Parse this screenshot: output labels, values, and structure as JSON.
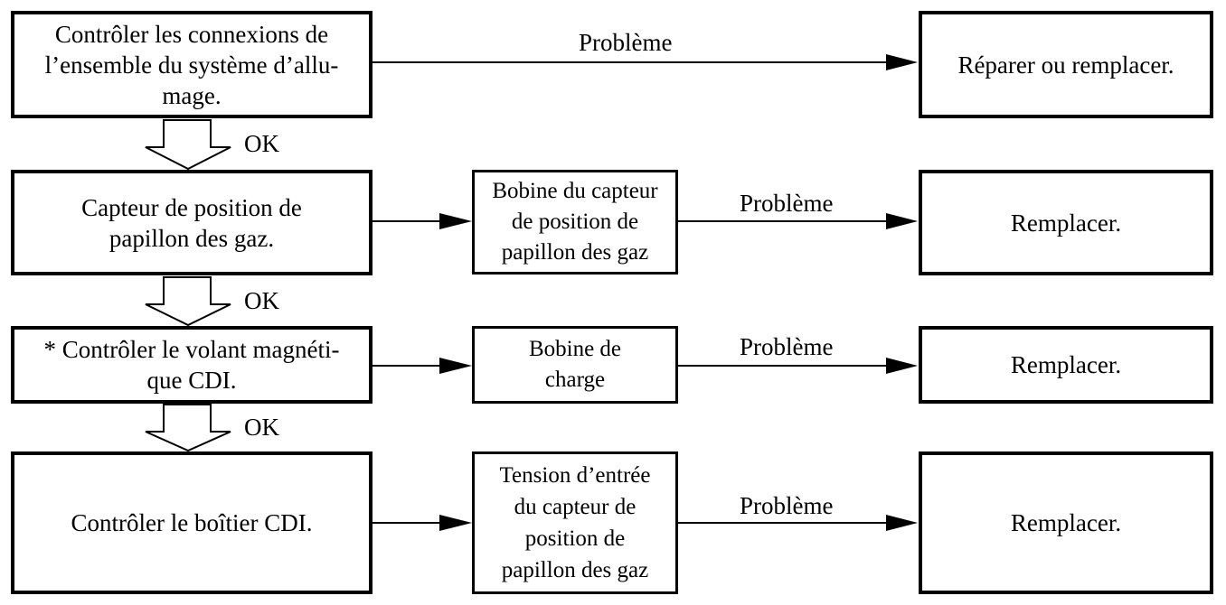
{
  "steps": [
    {
      "main": "Contrôler les connexions de\nl’ensemble du système d’allu-\nmage.",
      "problem_label": "Problème",
      "result": "Réparer ou remplacer."
    },
    {
      "main": "Capteur de position de\npapillon des gaz.",
      "check": "Bobine du capteur\nde position de\npapillon des gaz",
      "problem_label": "Problème",
      "result": "Remplacer."
    },
    {
      "main": "* Contrôler le volant magnéti-\nque CDI.",
      "check": "Bobine de\ncharge",
      "problem_label": "Problème",
      "result": "Remplacer."
    },
    {
      "main": "Contrôler le boîtier CDI.",
      "check": "Tension d’entrée\ndu capteur de\nposition de\npapillon des gaz",
      "problem_label": "Problème",
      "result": "Remplacer."
    }
  ],
  "ok_labels": [
    "OK",
    "OK",
    "OK"
  ]
}
